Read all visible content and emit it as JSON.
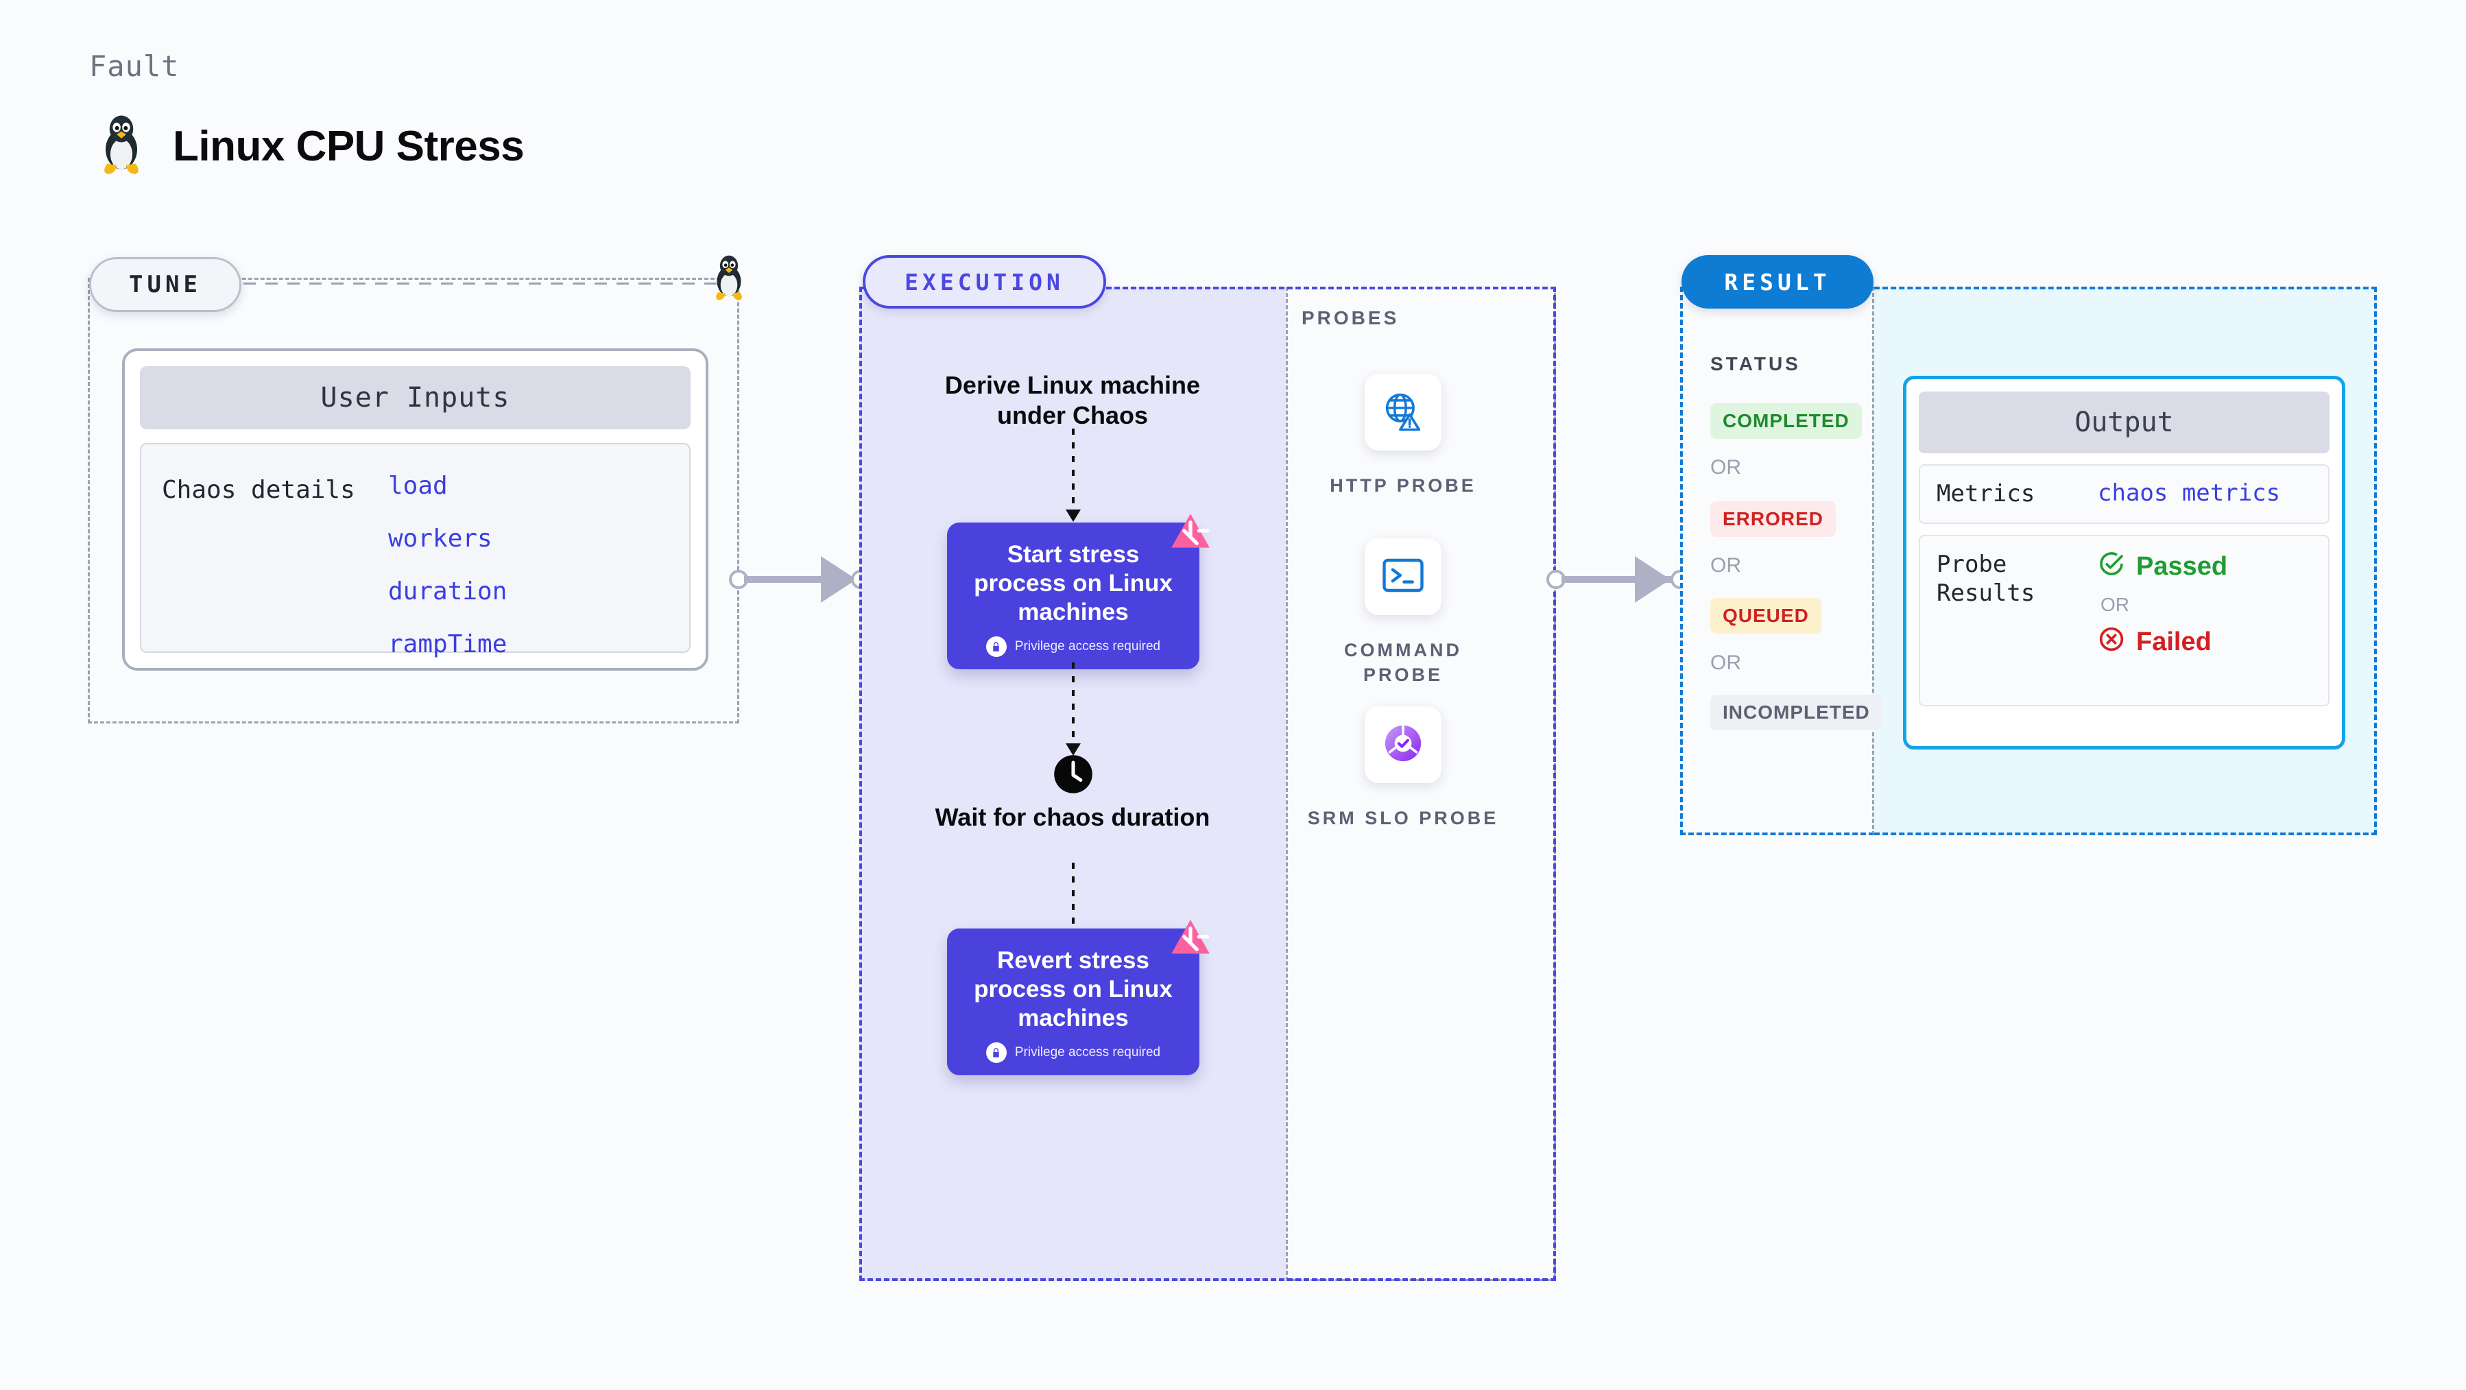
{
  "header": {
    "kicker": "Fault",
    "title": "Linux CPU Stress",
    "icon": "linux-penguin-icon"
  },
  "tune": {
    "badge": "TUNE",
    "card_title": "User Inputs",
    "details_label": "Chaos details",
    "params": [
      "load",
      "workers",
      "duration",
      "rampTime"
    ],
    "accent": "#3a3ee0"
  },
  "execution": {
    "badge": "EXECUTION",
    "accent": "#4b48e0",
    "steps": [
      {
        "type": "text",
        "label": "Derive Linux machine under Chaos"
      },
      {
        "type": "card",
        "label": "Start stress process on Linux machines",
        "note": "Privilege access required",
        "badge_icon": "litmus-chaos-icon"
      },
      {
        "type": "text",
        "label": "Wait for chaos duration",
        "icon": "clock-icon"
      },
      {
        "type": "card",
        "label": "Revert stress process on Linux machines",
        "note": "Privilege access required",
        "badge_icon": "litmus-chaos-icon"
      }
    ]
  },
  "probes": {
    "label": "PROBES",
    "items": [
      {
        "name": "HTTP PROBE",
        "icon": "globe-warning-icon"
      },
      {
        "name": "COMMAND PROBE",
        "icon": "terminal-icon"
      },
      {
        "name": "SRM SLO PROBE",
        "icon": "slo-donut-check-icon"
      }
    ]
  },
  "result": {
    "badge": "RESULT",
    "accent": "#0f7cd4",
    "status_label": "STATUS",
    "or_label": "OR",
    "statuses": [
      {
        "label": "COMPLETED",
        "bg": "#dff5e0",
        "fg": "#1f8a2d"
      },
      {
        "label": "ERRORED",
        "bg": "#fdeaea",
        "fg": "#cf2222"
      },
      {
        "label": "QUEUED",
        "bg": "#fdf0cd",
        "fg": "#cf2222"
      },
      {
        "label": "INCOMPLETED",
        "bg": "#eef0f5",
        "fg": "#5c6173"
      }
    ],
    "output": {
      "title": "Output",
      "metrics_key": "Metrics",
      "metrics_value": "chaos metrics",
      "probe_results_key": "Probe Results",
      "passed_label": "Passed",
      "failed_label": "Failed",
      "or_label": "OR",
      "passed_color": "#1f9d32",
      "failed_color": "#d32020"
    }
  }
}
